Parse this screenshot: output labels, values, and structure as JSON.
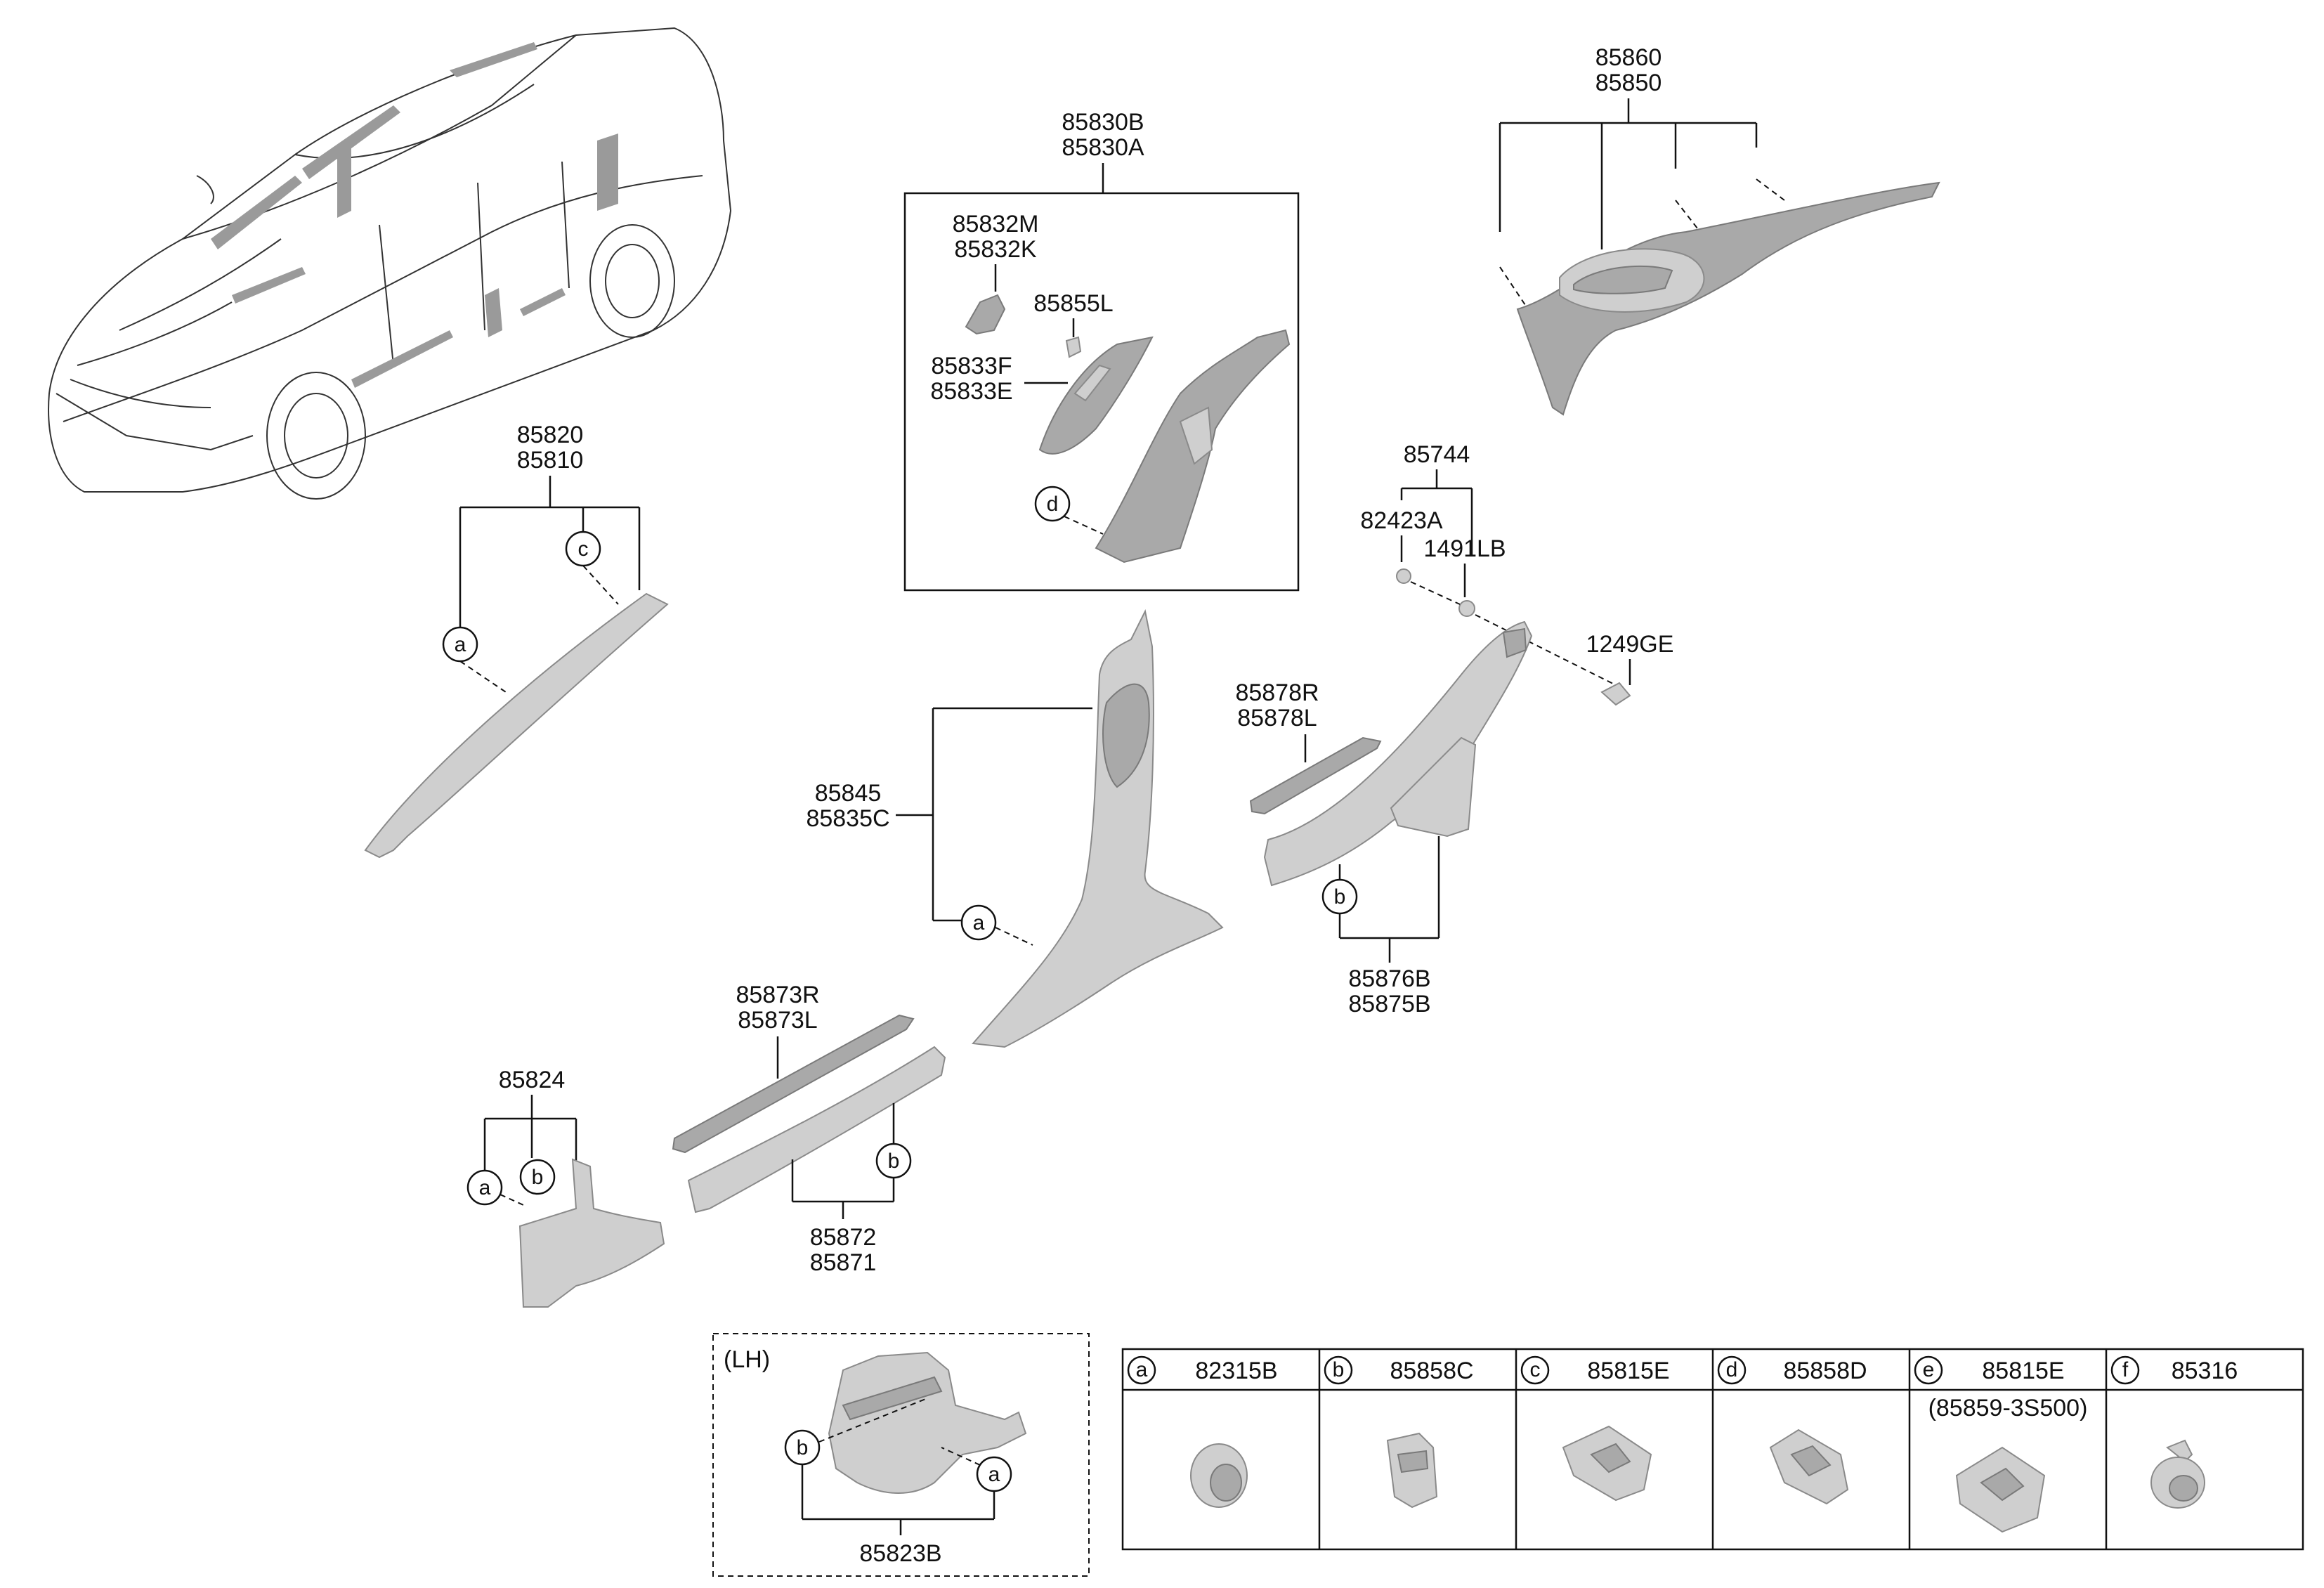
{
  "callouts": {
    "p85860": "85860",
    "p85850": "85850",
    "p85830B": "85830B",
    "p85830A": "85830A",
    "p85832M": "85832M",
    "p85832K": "85832K",
    "p85855L": "85855L",
    "p85833F": "85833F",
    "p85833E": "85833E",
    "p85820": "85820",
    "p85810": "85810",
    "p85744": "85744",
    "p82423A": "82423A",
    "p1491LB": "1491LB",
    "p1249GE": "1249GE",
    "p85878R": "85878R",
    "p85878L": "85878L",
    "p85845": "85845",
    "p85835C": "85835C",
    "p85876B": "85876B",
    "p85875B": "85875B",
    "p85873R": "85873R",
    "p85873L": "85873L",
    "p85824": "85824",
    "p85872": "85872",
    "p85871": "85871",
    "lh": "(LH)",
    "p85823B": "85823B"
  },
  "letters": {
    "a": "a",
    "b": "b",
    "c": "c",
    "d": "d",
    "e": "e",
    "f": "f"
  },
  "legend": [
    {
      "letter": "a",
      "part": "82315B",
      "note": ""
    },
    {
      "letter": "b",
      "part": "85858C",
      "note": ""
    },
    {
      "letter": "c",
      "part": "85815E",
      "note": ""
    },
    {
      "letter": "d",
      "part": "85858D",
      "note": ""
    },
    {
      "letter": "e",
      "part": "85815E",
      "note": "(85859-3S500)"
    },
    {
      "letter": "f",
      "part": "85316",
      "note": ""
    }
  ]
}
